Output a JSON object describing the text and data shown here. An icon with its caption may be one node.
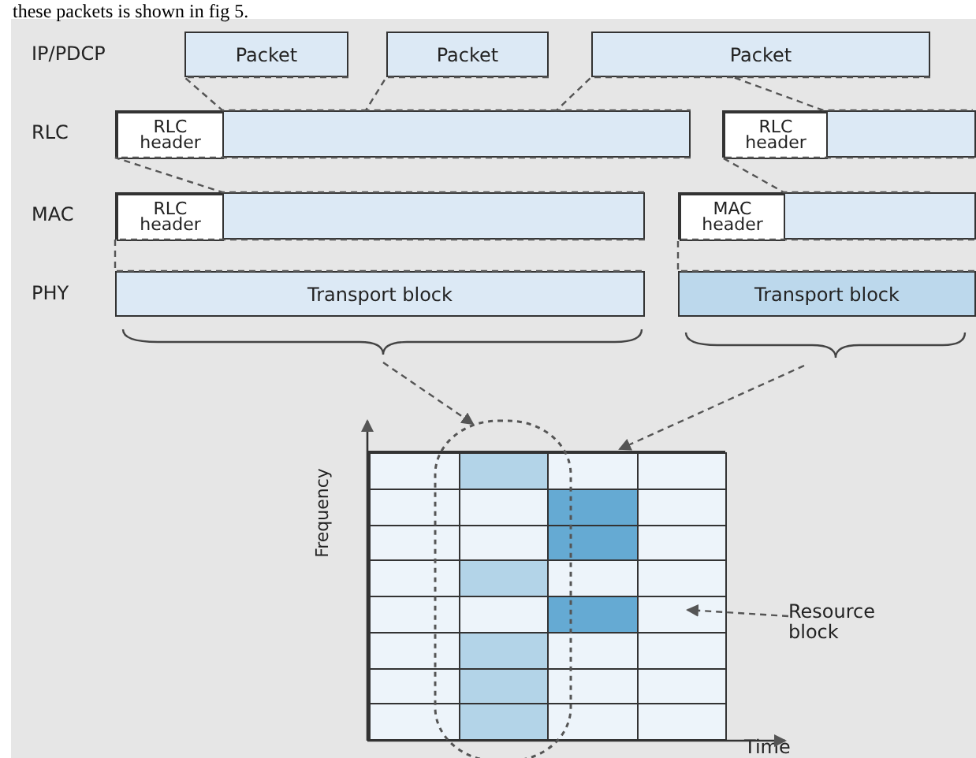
{
  "diagram": {
    "nodes": [
      {
        "text": [
          "Packet"
        ]
      },
      {
        "text": [
          "Packet"
        ]
      },
      {
        "text": [
          "Packet"
        ]
      },
      {
        "text": [],
        "shape": "bar"
      },
      {
        "text": [
          "RLC header"
        ],
        "in": 3
      },
      {
        "text": [],
        "shape": "bar"
      },
      {
        "text": [
          "RLC header"
        ],
        "in": 5
      },
      {
        "text": [],
        "shape": "bar"
      },
      {
        "text": [
          "RLC header"
        ],
        "in": 7
      },
      {
        "text": [],
        "shape": "bar"
      },
      {
        "text": [
          "MAC header"
        ],
        "in": 9
      },
      {
        "text": [
          "Transport block"
        ]
      },
      {
        "text": [
          "Transport block"
        ]
      },
      {
        "text": [],
        "shape": "grid"
      },
      {
        "text": [],
        "shape": "ellipse"
      },
      {
        "text": [
          "Resource block"
        ]
      }
    ],
    "edges": [
      {
        "from": 0,
        "to": 3,
        "arrow": "none",
        "style": "dashed"
      },
      {
        "from": 1,
        "to": 3,
        "arrow": "none",
        "style": "dashed"
      },
      {
        "from": 2,
        "to": 3,
        "arrow": "none",
        "style": "dashed"
      },
      {
        "from": 2,
        "to": 5,
        "arrow": "none",
        "style": "dashed"
      },
      {
        "from": 3,
        "to": 7,
        "arrow": "none",
        "style": "dashed"
      },
      {
        "from": 5,
        "to": 9,
        "arrow": "none",
        "style": "dashed"
      },
      {
        "from": 7,
        "to": 11,
        "arrow": "none",
        "style": "dashed"
      },
      {
        "from": 9,
        "to": 12,
        "arrow": "none",
        "style": "dashed"
      },
      {
        "from": 11,
        "to": 14,
        "arrow": "to",
        "style": "dashed"
      },
      {
        "from": 12,
        "to": 13,
        "arrow": "to",
        "style": "dashed"
      },
      {
        "from": 15,
        "to": 13,
        "arrow": "to",
        "style": "dashed"
      }
    ],
    "labels": [
      "these packets is shown in fig 5.",
      "IP/PDCP",
      "RLC",
      "MAC",
      "PHY",
      "Frequency",
      "Time"
    ]
  }
}
